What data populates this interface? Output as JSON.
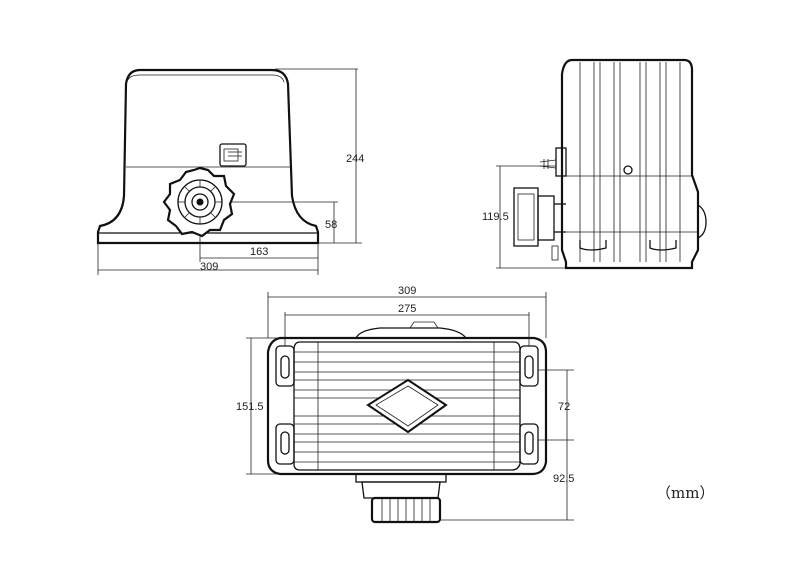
{
  "units": "（mm）",
  "front_view": {
    "height_label": "244",
    "gear_height_label": "58",
    "gear_offset_label": "163",
    "width_label": "309"
  },
  "side_view": {
    "gear_depth_label": "119.5"
  },
  "top_view": {
    "overall_width_label": "309",
    "hole_span_label": "275",
    "depth_label": "151.5",
    "hole_pitch_label": "72",
    "gearbox_offset_label": "92.5"
  }
}
